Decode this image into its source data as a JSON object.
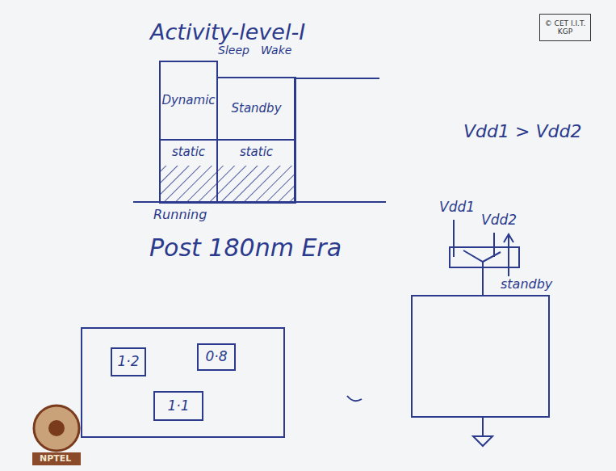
{
  "diagram": {
    "title": "Activity-level-I",
    "nodes": [
      {
        "text": [
          "© CET I.I.T. KGP"
        ]
      },
      {
        "text": [
          "Dynamic"
        ]
      },
      {
        "text": [
          "Standby"
        ]
      },
      {
        "text": [
          "static"
        ]
      },
      {
        "text": [
          "static"
        ]
      },
      {
        "text": []
      },
      {
        "text": [
          "1·2"
        ],
        "in": 5
      },
      {
        "text": [
          "0·8"
        ],
        "in": 5
      },
      {
        "text": [
          "1·1"
        ],
        "in": 5
      }
    ],
    "labels": [
      "Sleep",
      "Wake",
      "Running",
      "Vdd1 > Vdd2",
      "Post 180nm Era",
      "Vdd1",
      "Vdd2",
      "standby",
      "NPTEL"
    ]
  }
}
